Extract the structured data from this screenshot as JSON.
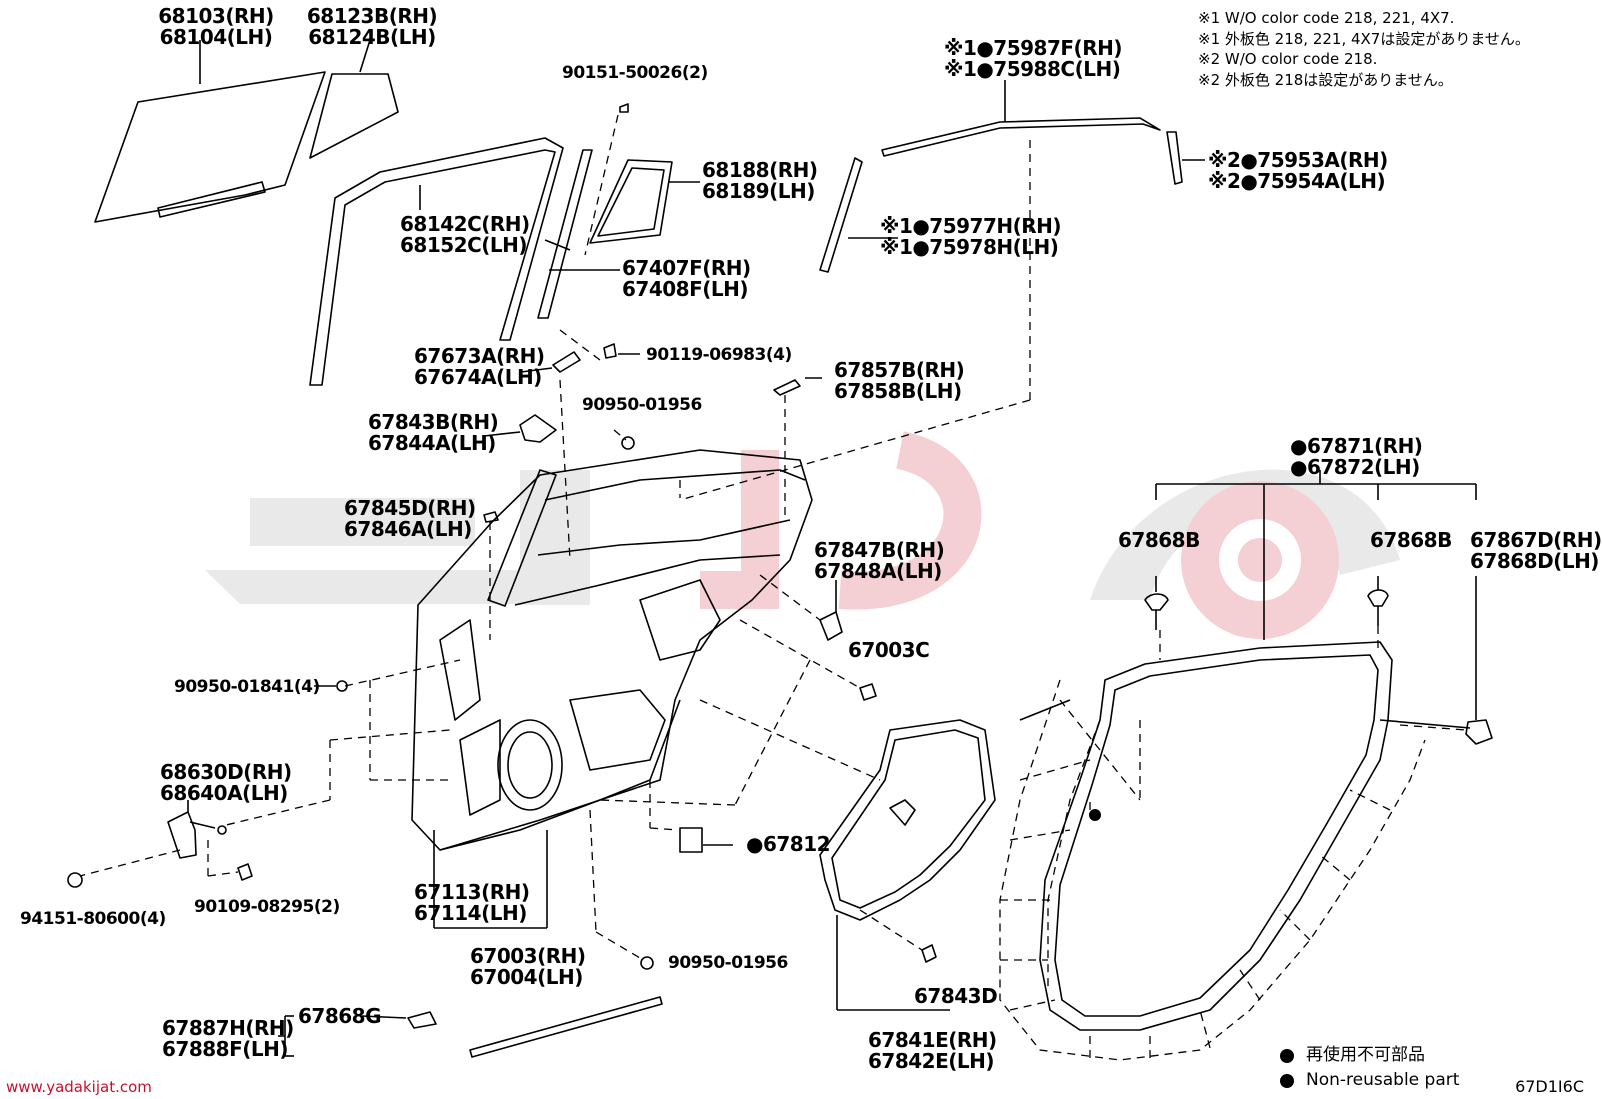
{
  "notes": [
    "※1 W/O color code 218, 221, 4X7.",
    "※1 外板色 218, 221, 4X7は設定がありません。",
    "※2 W/O color code 218.",
    "※2 外板色 218は設定がありません。"
  ],
  "labels": {
    "p68103": [
      "68103(RH)",
      "68104(LH)"
    ],
    "p68123b": [
      "68123B(RH)",
      "68124B(LH)"
    ],
    "p90151": [
      "90151-50026(2)"
    ],
    "p75987": [
      "※1●75987F(RH)",
      "※1●75988C(LH)"
    ],
    "p75953": [
      "※2●75953A(RH)",
      "※2●75954A(LH)"
    ],
    "p68188": [
      "68188(RH)",
      "68189(LH)"
    ],
    "p68142": [
      "68142C(RH)",
      "68152C(LH)"
    ],
    "p75977": [
      "※1●75977H(RH)",
      "※1●75978H(LH)"
    ],
    "p67407": [
      "67407F(RH)",
      "67408F(LH)"
    ],
    "p90119": [
      "90119-06983(4)"
    ],
    "p67673": [
      "67673A(RH)",
      "67674A(LH)"
    ],
    "p67857": [
      "67857B(RH)",
      "67858B(LH)"
    ],
    "p90950a": [
      "90950-01956"
    ],
    "p67843b": [
      "67843B(RH)",
      "67844A(LH)"
    ],
    "p67871": [
      "●67871(RH)",
      "●67872(LH)"
    ],
    "p67845": [
      "67845D(RH)",
      "67846A(LH)"
    ],
    "p67868b1": [
      "67868B"
    ],
    "p67868b2": [
      "67868B"
    ],
    "p67867": [
      "67867D(RH)",
      "67868D(LH)"
    ],
    "p67847": [
      "67847B(RH)",
      "67848A(LH)"
    ],
    "p67003c": [
      "67003C"
    ],
    "p90950b": [
      "90950-01841(4)"
    ],
    "p68630": [
      "68630D(RH)",
      "68640A(LH)"
    ],
    "p67812": [
      "●67812"
    ],
    "p94151": [
      "94151-80600(4)"
    ],
    "p90109": [
      "90109-08295(2)"
    ],
    "p67113": [
      "67113(RH)",
      "67114(LH)"
    ],
    "p67003": [
      "67003(RH)",
      "67004(LH)"
    ],
    "p90950c": [
      "90950-01956"
    ],
    "p67843d": [
      "67843D"
    ],
    "p67887": [
      "67887H(RH)",
      "67888F(LH)"
    ],
    "p67868g": [
      "67868G"
    ],
    "p67841": [
      "67841E(RH)",
      "67842E(LH)"
    ]
  },
  "legend": [
    {
      "jp": "再使用不可部品"
    },
    {
      "en": "Non-reusable part"
    }
  ],
  "website": "www.yadakijat.com",
  "diagram_id": "67D1I6C",
  "colors": {
    "line": "#000000",
    "watermark": "#e8e8e8",
    "watermark_accent": "#f3c9cf",
    "site": "#c8102e"
  }
}
